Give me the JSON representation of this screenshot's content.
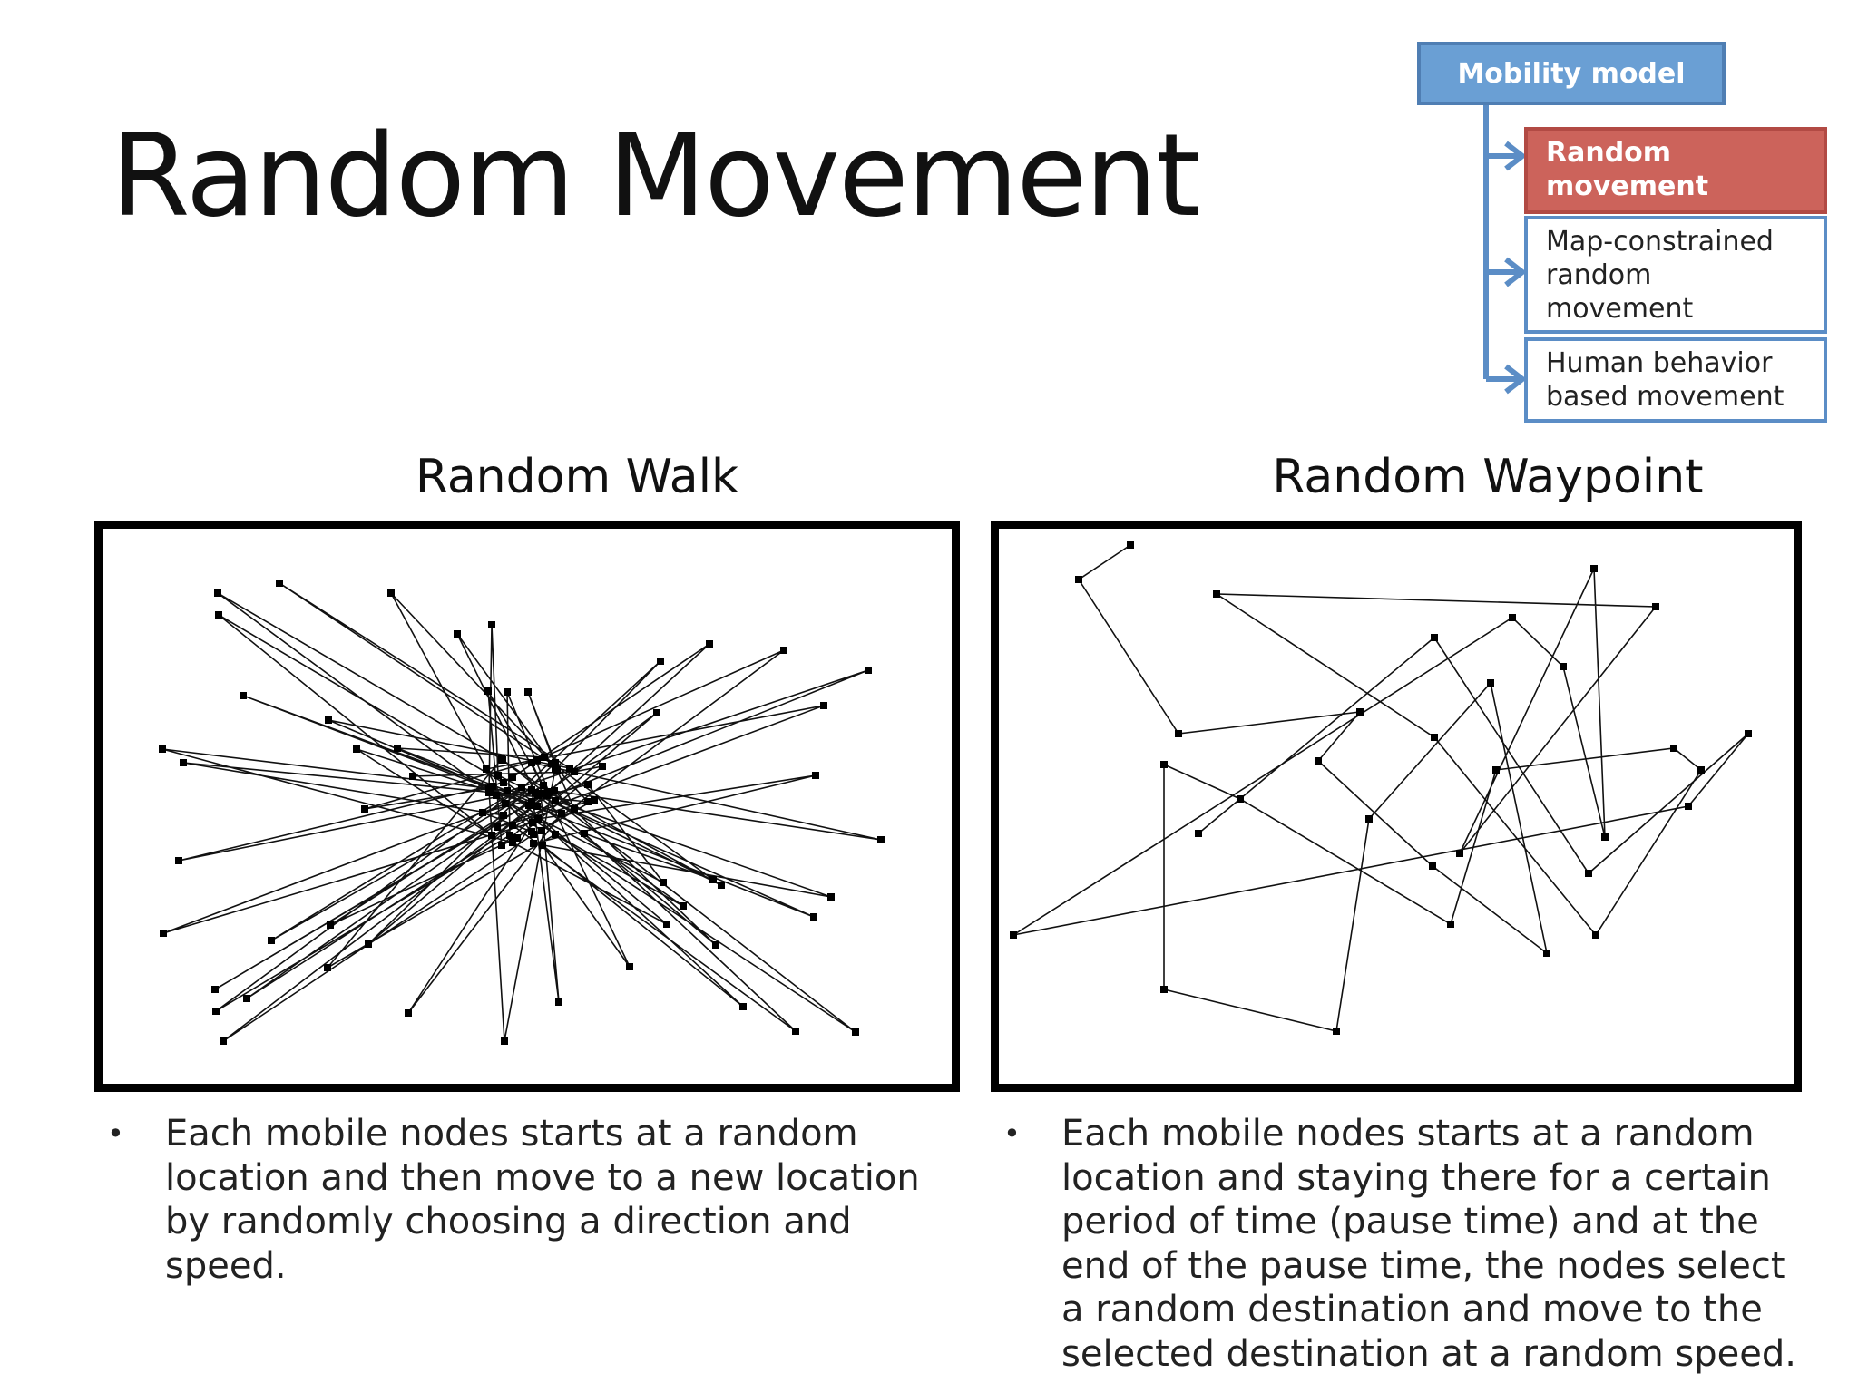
{
  "slide": {
    "title": "Random Movement"
  },
  "hierarchy": {
    "root": "Mobility model",
    "items": [
      {
        "label_lines": [
          "Random",
          "movement"
        ],
        "active": true
      },
      {
        "label_lines": [
          "Map-constrained",
          "random",
          "movement"
        ],
        "active": false
      },
      {
        "label_lines": [
          "Human behavior",
          "based movement"
        ],
        "active": false
      }
    ],
    "colors": {
      "root": "#6a9fd4",
      "active": "#cc635b",
      "border": "#5b8dc6"
    }
  },
  "panels": [
    {
      "heading": "Random Walk",
      "description": [
        "Each mobile nodes starts at a random",
        "location and then move to a new location",
        "by randomly choosing a direction and",
        "speed."
      ]
    },
    {
      "heading": "Random Waypoint",
      "description": [
        "Each mobile nodes starts at a random",
        "location and staying there for a certain",
        "period of time (pause time) and at the",
        "end of the pause time, the nodes select",
        "a random destination and move to the",
        "selected destination at a random speed."
      ]
    }
  ],
  "bullet_glyph": "•"
}
